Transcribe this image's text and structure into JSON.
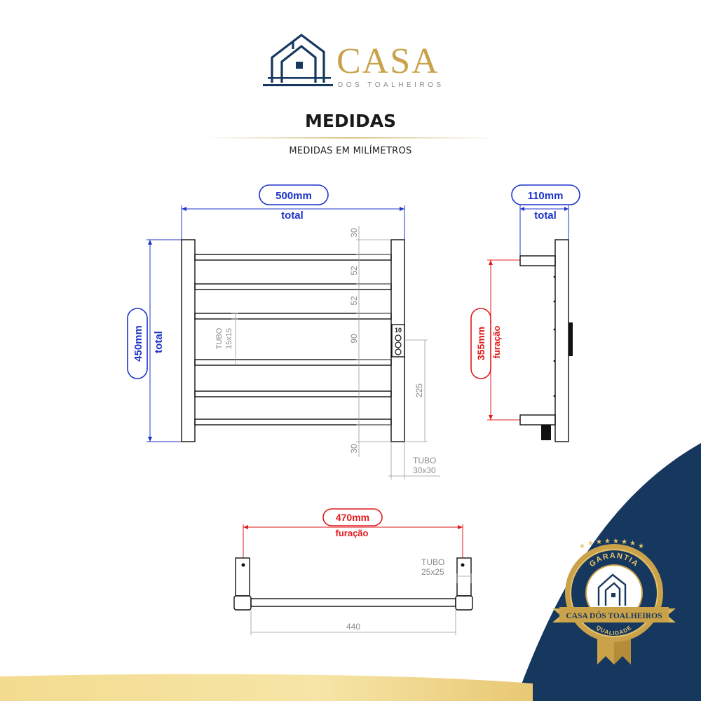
{
  "brand": {
    "name": "CASA",
    "tagline": "DOS TOALHEIROS"
  },
  "header": {
    "title": "MEDIDAS",
    "subtitle": "MEDIDAS EM MILÍMETROS"
  },
  "front_view": {
    "width_value": "500mm",
    "width_label": "total",
    "height_value": "450mm",
    "height_label": "total",
    "spacings": [
      "30",
      "52",
      "52",
      "90",
      "30"
    ],
    "spacing_225": "225",
    "tube_small_a": "TUBO",
    "tube_small_b": "15x15",
    "tube_large_a": "TUBO",
    "tube_large_b": "30x30",
    "display_number": "10"
  },
  "side_view": {
    "depth_value": "110mm",
    "depth_label": "total",
    "holes_value": "355mm",
    "holes_label": "furação"
  },
  "top_view": {
    "holes_value": "470mm",
    "holes_label": "furação",
    "tube_a": "TUBO",
    "tube_b": "25x25",
    "bar_length": "440"
  },
  "badge": {
    "arc_top": "GARANTIA",
    "ribbon": "CASA DÓS TOALHEIROS",
    "arc_bottom": "QUALIDADE"
  },
  "colors": {
    "gold": "#c9a24a",
    "navy": "#16375e",
    "blue": "#1e34c8",
    "red": "#e01b1b"
  }
}
